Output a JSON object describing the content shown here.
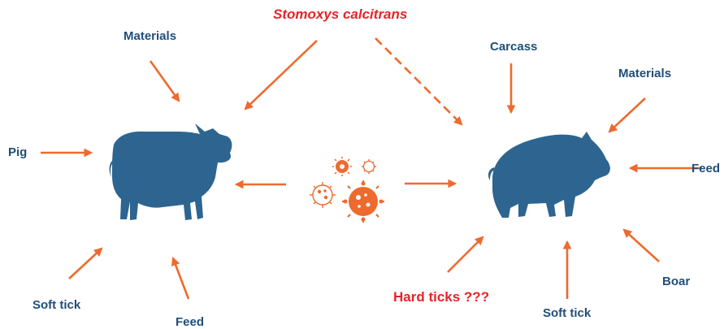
{
  "colors": {
    "arrow": "#ee6a2e",
    "animal": "#2d6590",
    "text": "#1f4e79",
    "highlight": "#e8232a",
    "virus": "#ee6a2e"
  },
  "top": {
    "vector_label": "Stomoxys calcitrans"
  },
  "pig": {
    "icon": "pig-icon",
    "sources": {
      "materials": "Materials",
      "pig": "Pig",
      "soft_tick": "Soft tick",
      "feed": "Feed"
    }
  },
  "boar": {
    "icon": "wild-boar-icon",
    "sources": {
      "carcass": "Carcass",
      "materials": "Materials",
      "feed": "Feed",
      "boar": "Boar",
      "soft_tick": "Soft tick",
      "hard_ticks": "Hard ticks ???"
    }
  },
  "center": {
    "icon": "virus-cluster-icon"
  }
}
